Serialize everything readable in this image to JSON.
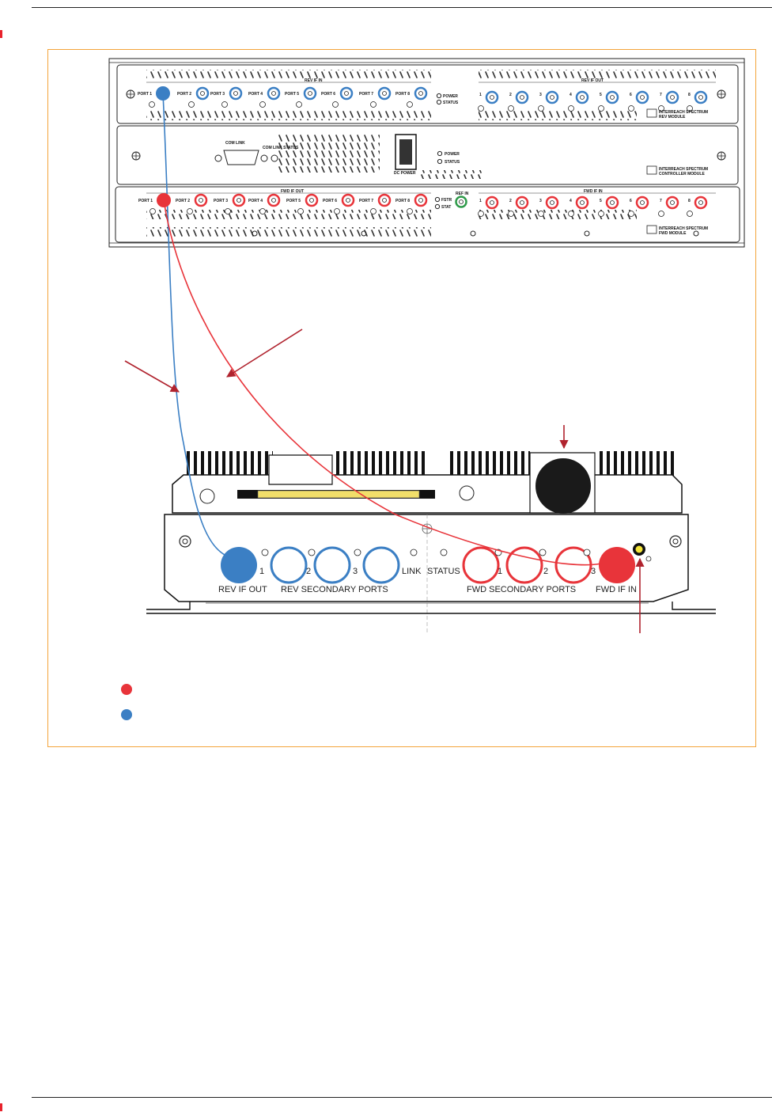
{
  "rack": {
    "rev_module": {
      "ports": [
        "PORT 1",
        "PORT 2",
        "PORT 3",
        "PORT 4",
        "PORT 5",
        "PORT 6",
        "PORT 7",
        "PORT 8"
      ],
      "section_label": "REV IF IN",
      "out_label": "REV IF OUT",
      "out_ports": [
        "1",
        "2",
        "3",
        "4",
        "5",
        "6",
        "7",
        "8"
      ],
      "leds": [
        "POWER",
        "STATUS"
      ],
      "brand": "INTERREACH SPECTRUM",
      "module": "REV MODULE"
    },
    "controller_module": {
      "com_link": "COM LINK",
      "com_link_status": "COM LINK STATUS",
      "switch_label": "DC POWER",
      "leds": [
        "POWER",
        "STATUS"
      ],
      "brand": "INTERREACH SPECTRUM",
      "module": "CONTROLLER MODULE"
    },
    "fwd_module": {
      "ports": [
        "PORT 1",
        "PORT 2",
        "PORT 3",
        "PORT 4",
        "PORT 5",
        "PORT 6",
        "PORT 7",
        "PORT 8"
      ],
      "section_label": "FWD IF OUT",
      "in_label": "FWD IF IN",
      "in_ports": [
        "1",
        "2",
        "3",
        "4",
        "5",
        "6",
        "7",
        "8"
      ],
      "leds": [
        "FSTR",
        "STAT"
      ],
      "ref_label": "REF IN",
      "brand": "INTERREACH SPECTRUM",
      "module": "FWD MODULE"
    }
  },
  "hub": {
    "port_numbers": [
      "1",
      "2",
      "3"
    ],
    "rev_if_out": "REV IF OUT",
    "rev_secondary": "REV SECONDARY PORTS",
    "link": "LINK",
    "status": "STATUS",
    "fwd_secondary": "FWD SECONDARY PORTS",
    "fwd_if_in": "FWD IF IN"
  },
  "colors": {
    "fwd": "#e8343a",
    "rev": "#3b7fc4",
    "arrow": "#b0232e",
    "frame": "#f3a43a",
    "panel_yellow": "#f2df6a",
    "ref_green": "#2f9a4a"
  }
}
